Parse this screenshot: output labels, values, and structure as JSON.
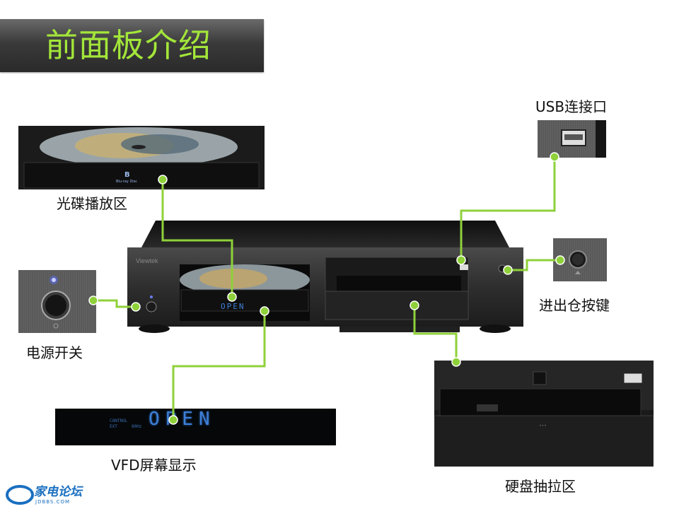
{
  "title": "前面板介绍",
  "labels": {
    "disc": "光碟播放区",
    "usb": "USB连接口",
    "eject": "进出仓按键",
    "power": "电源开关",
    "hdd": "硬盘抽拉区",
    "vfd": "VFD屏幕显示"
  },
  "player": {
    "brand": "Viewtek",
    "vfd_text": "OPEN",
    "vfd_small_lines": [
      "CONTROL",
      "EXT",
      "80Hz"
    ]
  },
  "logo": {
    "name": "家电论坛",
    "site": "JDBBS.COM"
  },
  "colors": {
    "title_text": "#a3e63a",
    "connector": "#8fd13a",
    "vfd": "#3d7fd6",
    "logo": "#1a6fc0"
  }
}
